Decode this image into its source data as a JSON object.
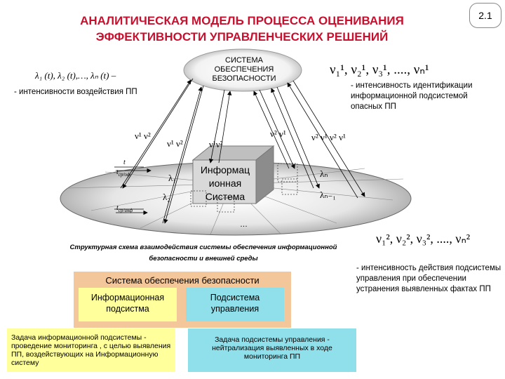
{
  "slide_number": "2.1",
  "title_line1": "АНАЛИТИЧЕСКАЯ МОДЕЛЬ ПРОЦЕССА ОЦЕНИВАНИЯ",
  "title_line2": "ЭФФЕКТИВНОСТИ УПРАВЛЕНЧЕСКИХ РЕШЕНИЙ",
  "lambda_formula": "λ₁ (t), λ₂ (t),…, λₙ (t) –",
  "lambda_desc": "- интенсивности воздействия ПП",
  "nu1_formula": "ν₁¹, ν₂¹, ν₃¹, ...., νₙ¹",
  "nu1_desc": "- интенсивность идентификации информационной подсистемой опасных ПП",
  "nu2_formula": "ν₁², ν₂², ν₃², ...., νₙ²",
  "nu2_desc": "- интенсивность действия подсистемы управления при обеспечении устранения выявленных фактах ПП",
  "security_system": {
    "line1": "СИСТЕМА",
    "line2": "ОБЕСПЕЧЕНИЯ",
    "line3": "БЕЗОПАСНОСТИ"
  },
  "info_system": {
    "line1": "Информац",
    "line2": "ионная",
    "line3": "Система"
  },
  "arrow_labels": {
    "a1": "ν¹ ν²",
    "a2": "ν¹ ν²",
    "a3": "ν¹ν²",
    "a4": "ν² ν¹",
    "a5": "ν² ν¹ ν² ν¹",
    "lambda1": "λ₁",
    "lambda2": "λ₂",
    "lambdan": "λₙ",
    "lambdan1": "λₙ₋₁",
    "t1": "t",
    "t1sub": "ср/оф",
    "t2": "t",
    "t2sub": "ср/инф",
    "dots": "…"
  },
  "caption_line1": "Структурная схема взаимодействия системы обеспечения информационной",
  "caption_line2": "безопасности и внешней среды",
  "bottom": {
    "title": "Система обеспечения безопасности",
    "info_sub_line1": "Информационная",
    "info_sub_line2": "подсистма",
    "control_sub_line1": "Подсистема",
    "control_sub_line2": "управления",
    "info_task": "Задача информационной подсистемы - проведение мониторинга , с целью выявления ПП, воздействующих на Информационную систему",
    "control_task": "Задача подсистемы управления - нейтрализация выявленных в ходе мониторинга ПП"
  },
  "colors": {
    "title": "#c8102e",
    "panel": "#f3c79a",
    "info_box": "#ffff9c",
    "control_box": "#8fe0eb"
  }
}
